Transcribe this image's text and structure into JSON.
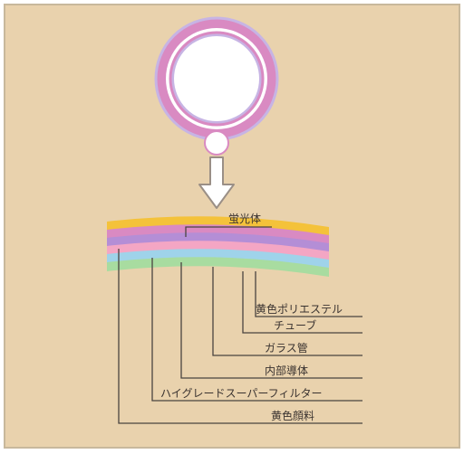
{
  "diagram": {
    "colors": {
      "background": "#e9d2ad",
      "frame": "#c8b89c",
      "ring_pink": "#d98ac2",
      "ring_white": "#ffffff",
      "ring_lavender": "#c7b4e4",
      "arrow_fill": "#ffffff",
      "arrow_stroke": "#9a8f86",
      "lead_line": "#4a4440",
      "text": "#3a3330"
    },
    "top_label": "蛍光体",
    "layers": [
      {
        "color": "#f4c23a"
      },
      {
        "color": "#d98ac2"
      },
      {
        "color": "#b48ed6"
      },
      {
        "color": "#f4a6c4"
      },
      {
        "color": "#9fd3ea"
      },
      {
        "color": "#a8dca0"
      }
    ],
    "callouts": [
      {
        "label": "黄色ポリエステル"
      },
      {
        "label": "チューブ"
      },
      {
        "label": "ガラス管"
      },
      {
        "label": "内部導体"
      },
      {
        "label": "ハイグレードスーパーフィルター"
      },
      {
        "label": "黄色顔料"
      }
    ]
  }
}
